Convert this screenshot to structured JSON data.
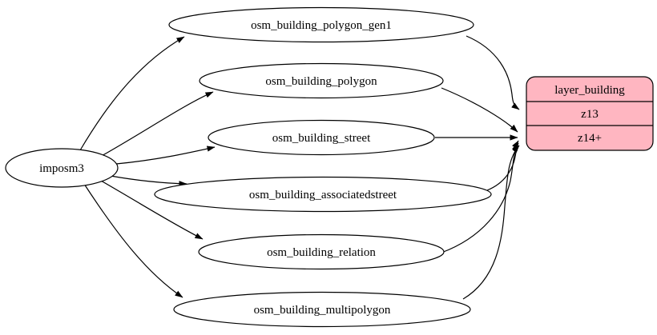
{
  "diagram": {
    "background": "#ffffff",
    "edge_color": "#000000",
    "outline_color": "#000000",
    "table_fill": "#ffffff",
    "source_node": {
      "label": "imposm3"
    },
    "tables": [
      {
        "label": "osm_building_polygon_gen1"
      },
      {
        "label": "osm_building_polygon"
      },
      {
        "label": "osm_building_street"
      },
      {
        "label": "osm_building_associatedstreet"
      },
      {
        "label": "osm_building_relation"
      },
      {
        "label": "osm_building_multipolygon"
      }
    ],
    "layer_node": {
      "title": "layer_building",
      "fill": "#ffb6c1",
      "rows": [
        {
          "label": "z13"
        },
        {
          "label": "z14+"
        }
      ]
    }
  }
}
